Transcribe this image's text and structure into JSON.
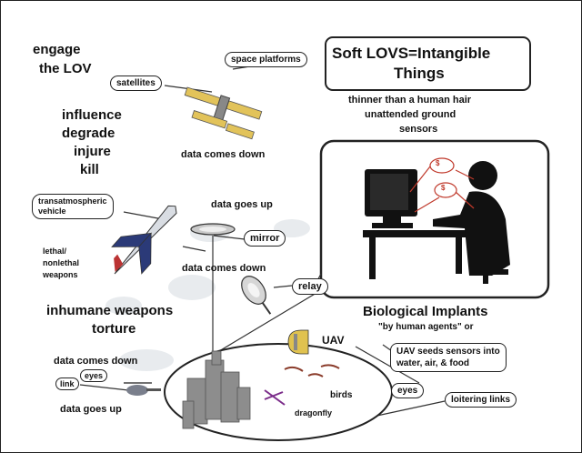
{
  "labels": {
    "engage": "engage",
    "the_lov": "the LOV",
    "influence": "influence",
    "degrade": "degrade",
    "injure": "injure",
    "kill": "kill",
    "space_platforms": "space platforms",
    "satellites": "satellites",
    "data_comes_down_top": "data comes down",
    "title_line1": "Soft LOVS=Intangible",
    "title_line2": "Things",
    "thinner": "thinner than a human hair",
    "unattended": "unattended ground",
    "sensors": "sensors",
    "transatmospheric_1": "transatmospheric",
    "transatmospheric_2": "vehicle",
    "data_goes_up_mid": "data goes up",
    "mirror": "mirror",
    "lethal_1": "lethal/",
    "lethal_2": "nonlethal",
    "lethal_3": "weapons",
    "data_comes_down_mid": "data comes down",
    "relay": "relay",
    "inhumane": "inhumane weapons",
    "torture": "torture",
    "bio_implants": "Biological Implants",
    "by_human_agents": "\"by human agents\" or",
    "uav": "UAV",
    "uav_seeds_1": "UAV seeds sensors into",
    "uav_seeds_2": "water, air, & food",
    "data_comes_down_low": "data comes down",
    "link": "link",
    "eyes_left": "eyes",
    "data_goes_up_low": "data goes up",
    "birds": "birds",
    "eyes_right": "eyes",
    "dragonfly": "dragonfly",
    "loitering_links": "loitering links",
    "hi_1": "$",
    "hi_2": "$"
  },
  "colors": {
    "ink": "#111111",
    "accent_red": "#c0392b",
    "cloud": "#e9ecef"
  },
  "icons": [
    "satellite-icon",
    "jet-icon",
    "mirror-dish-icon",
    "relay-dish-icon",
    "computer-user-icon",
    "uav-icon",
    "city-icon",
    "dragonfly-icon",
    "helicopter-icon"
  ]
}
